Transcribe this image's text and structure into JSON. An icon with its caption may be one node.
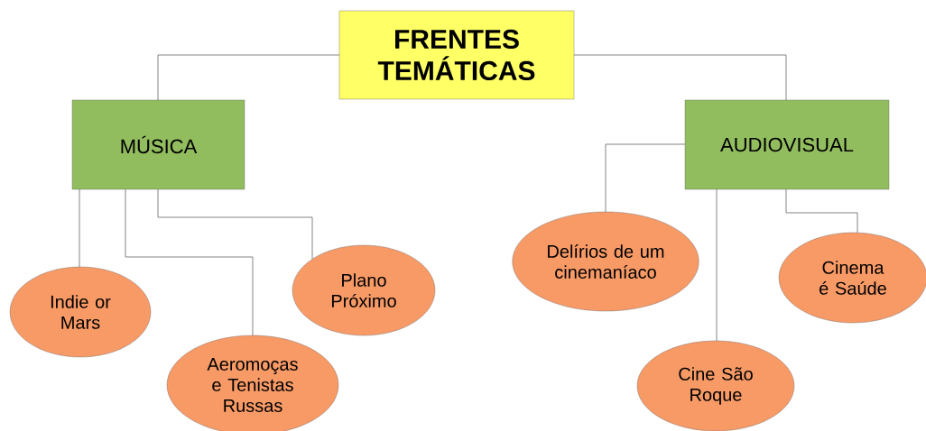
{
  "diagram": {
    "nodes": [
      {
        "text": [
          "FRENTES TEMÁTICAS"
        ]
      },
      {
        "text": [
          "MÚSICA"
        ]
      },
      {
        "text": [
          "AUDIOVISUAL"
        ]
      },
      {
        "text": [
          "Indie or Mars"
        ]
      },
      {
        "text": [
          "Aeromoças e Tenistas Russas"
        ]
      },
      {
        "text": [
          "Plano Próximo"
        ]
      },
      {
        "text": [
          "Delírios de um cinemaníaco"
        ]
      },
      {
        "text": [
          "Cine São Roque"
        ]
      },
      {
        "text": [
          "Cinema é Saúde"
        ]
      }
    ],
    "edges": [
      {
        "from": 0,
        "to": 1,
        "arrow": "none"
      },
      {
        "from": 0,
        "to": 2,
        "arrow": "none"
      },
      {
        "from": 1,
        "to": 3,
        "arrow": "none"
      },
      {
        "from": 1,
        "to": 4,
        "arrow": "none"
      },
      {
        "from": 1,
        "to": 5,
        "arrow": "none"
      },
      {
        "from": 2,
        "to": 6,
        "arrow": "none"
      },
      {
        "from": 2,
        "to": 7,
        "arrow": "none"
      },
      {
        "from": 2,
        "to": 8,
        "arrow": "none"
      }
    ]
  }
}
